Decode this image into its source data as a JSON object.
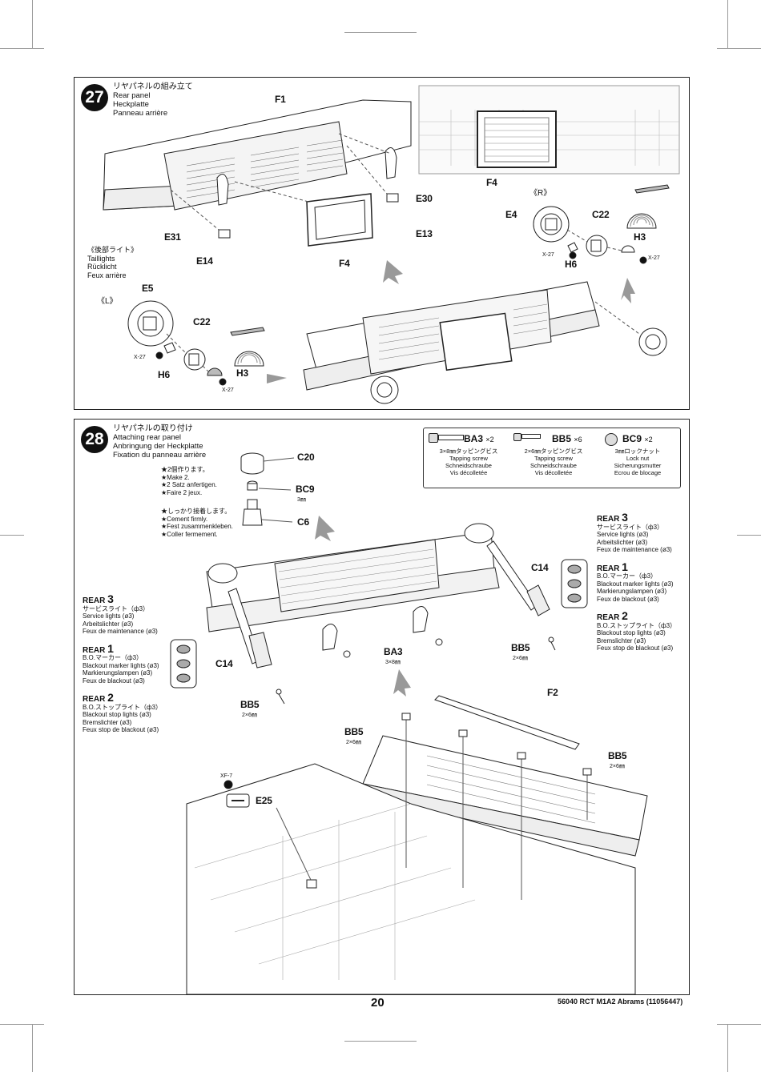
{
  "step27": {
    "number": "27",
    "title_jp": "リヤパネルの組み立て",
    "title_en": "Rear panel",
    "title_de": "Heckplatte",
    "title_fr": "Panneau arrière",
    "taillights": {
      "jp": "《後部ライト》",
      "en": "Taillights",
      "de": "Rücklicht",
      "fr": "Feux arrière"
    },
    "side_right": "《R》",
    "side_left": "《L》",
    "parts": {
      "f1": "F1",
      "f4a": "F4",
      "f4b": "F4",
      "e30": "E30",
      "e13": "E13",
      "e31": "E31",
      "e14": "E14",
      "e4": "E4",
      "c22a": "C22",
      "h3a": "H3",
      "h6a": "H6",
      "x27a": "X-27",
      "x27b": "X-27",
      "e5": "E5",
      "c22b": "C22",
      "h3b": "H3",
      "h6b": "H6",
      "x27c": "X-27",
      "x27d": "X-27"
    }
  },
  "step28": {
    "number": "28",
    "title_jp": "リヤパネルの取り付け",
    "title_en": "Attaching rear panel",
    "title_de": "Anbringung der Heckplatte",
    "title_fr": "Fixation du panneau arrière",
    "note_make": [
      "★2個作ります。",
      "★Make 2.",
      "★2 Satz anfertigen.",
      "★Faire 2 jeux."
    ],
    "note_cement": [
      "★しっかり接着します。",
      "★Cement firmly.",
      "★Fest zusammenkleben.",
      "★Coller fermement."
    ],
    "hardware": [
      {
        "code": "BA3",
        "qty": "×2",
        "size": "3×8㎜タッピングビス",
        "en": "Tapping screw",
        "de": "Schneidschraube",
        "fr": "Vis décolletée"
      },
      {
        "code": "BB5",
        "qty": "×6",
        "size": "2×6㎜タッピングビス",
        "en": "Tapping screw",
        "de": "Schneidschraube",
        "fr": "Vis décolletée"
      },
      {
        "code": "BC9",
        "qty": "×2",
        "size": "3㎜ロックナット",
        "en": "Lock nut",
        "de": "Sicherungsmutter",
        "fr": "Ecrou de blocage"
      }
    ],
    "parts": {
      "c20": "C20",
      "bc9": "BC9",
      "bc9_size": "3㎜",
      "c6": "C6",
      "c14a": "C14",
      "c14b": "C14",
      "bb5a": "BB5",
      "bb5a_size": "2×6㎜",
      "ba3": "BA3",
      "ba3_size": "3×8㎜",
      "bb5b": "BB5",
      "bb5b_size": "2×6㎜",
      "f2": "F2",
      "bb5c": "BB5",
      "bb5c_size": "2×6㎜",
      "bb5d": "BB5",
      "bb5d_size": "2×6㎜",
      "xf7": "XF-7",
      "e25": "E25"
    },
    "rear_left": [
      {
        "head": "REAR",
        "num": "3",
        "jp": "サービスライト（ф3）",
        "en": "Service lights (ø3)",
        "de": "Arbeitslichter (ø3)",
        "fr": "Feux de maintenance (ø3)"
      },
      {
        "head": "REAR",
        "num": "1",
        "jp": "B.O.マーカー（ф3）",
        "en": "Blackout marker lights (ø3)",
        "de": "Markierungslampen (ø3)",
        "fr": "Feux de blackout (ø3)"
      },
      {
        "head": "REAR",
        "num": "2",
        "jp": "B.O.ストップライト（ф3）",
        "en": "Blackout stop lights (ø3)",
        "de": "Bremslichter (ø3)",
        "fr": "Feux stop de blackout (ø3)"
      }
    ],
    "rear_right": [
      {
        "head": "REAR",
        "num": "3",
        "jp": "サービスライト（ф3）",
        "en": "Service lights (ø3)",
        "de": "Arbeitslichter (ø3)",
        "fr": "Feux de maintenance (ø3)"
      },
      {
        "head": "REAR",
        "num": "1",
        "jp": "B.O.マーカー（ф3）",
        "en": "Blackout marker lights (ø3)",
        "de": "Markierungslampen (ø3)",
        "fr": "Feux de blackout (ø3)"
      },
      {
        "head": "REAR",
        "num": "2",
        "jp": "B.O.ストップライト（ф3）",
        "en": "Blackout stop lights (ø3)",
        "de": "Bremslichter (ø3)",
        "fr": "Feux stop de blackout (ø3)"
      }
    ]
  },
  "footer": {
    "page": "20",
    "product": "56040 RCT M1A2 Abrams (11056447)"
  }
}
